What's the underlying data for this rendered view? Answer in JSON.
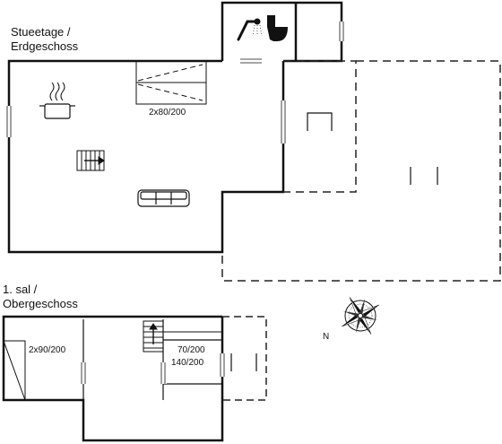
{
  "ground_floor": {
    "title_line1": "Stueetage /",
    "title_line2": "Erdgeschoss",
    "bed_label": "2x80/200"
  },
  "upper_floor": {
    "title_line1": "1. sal /",
    "title_line2": "Obergeschoss",
    "bed_label_1": "2x90/200",
    "bed_label_2": "70/200",
    "bed_label_3": "140/200"
  },
  "compass": {
    "north_label": "N"
  },
  "colors": {
    "wall": "#111111",
    "terrace": "#222222",
    "door_gap": "#ffffff"
  },
  "icons": [
    "shower-icon",
    "toilet-icon",
    "cooking-pot-icon",
    "staircase-icon",
    "sofa-icon",
    "compass-rose-icon",
    "garden-table-icon"
  ]
}
